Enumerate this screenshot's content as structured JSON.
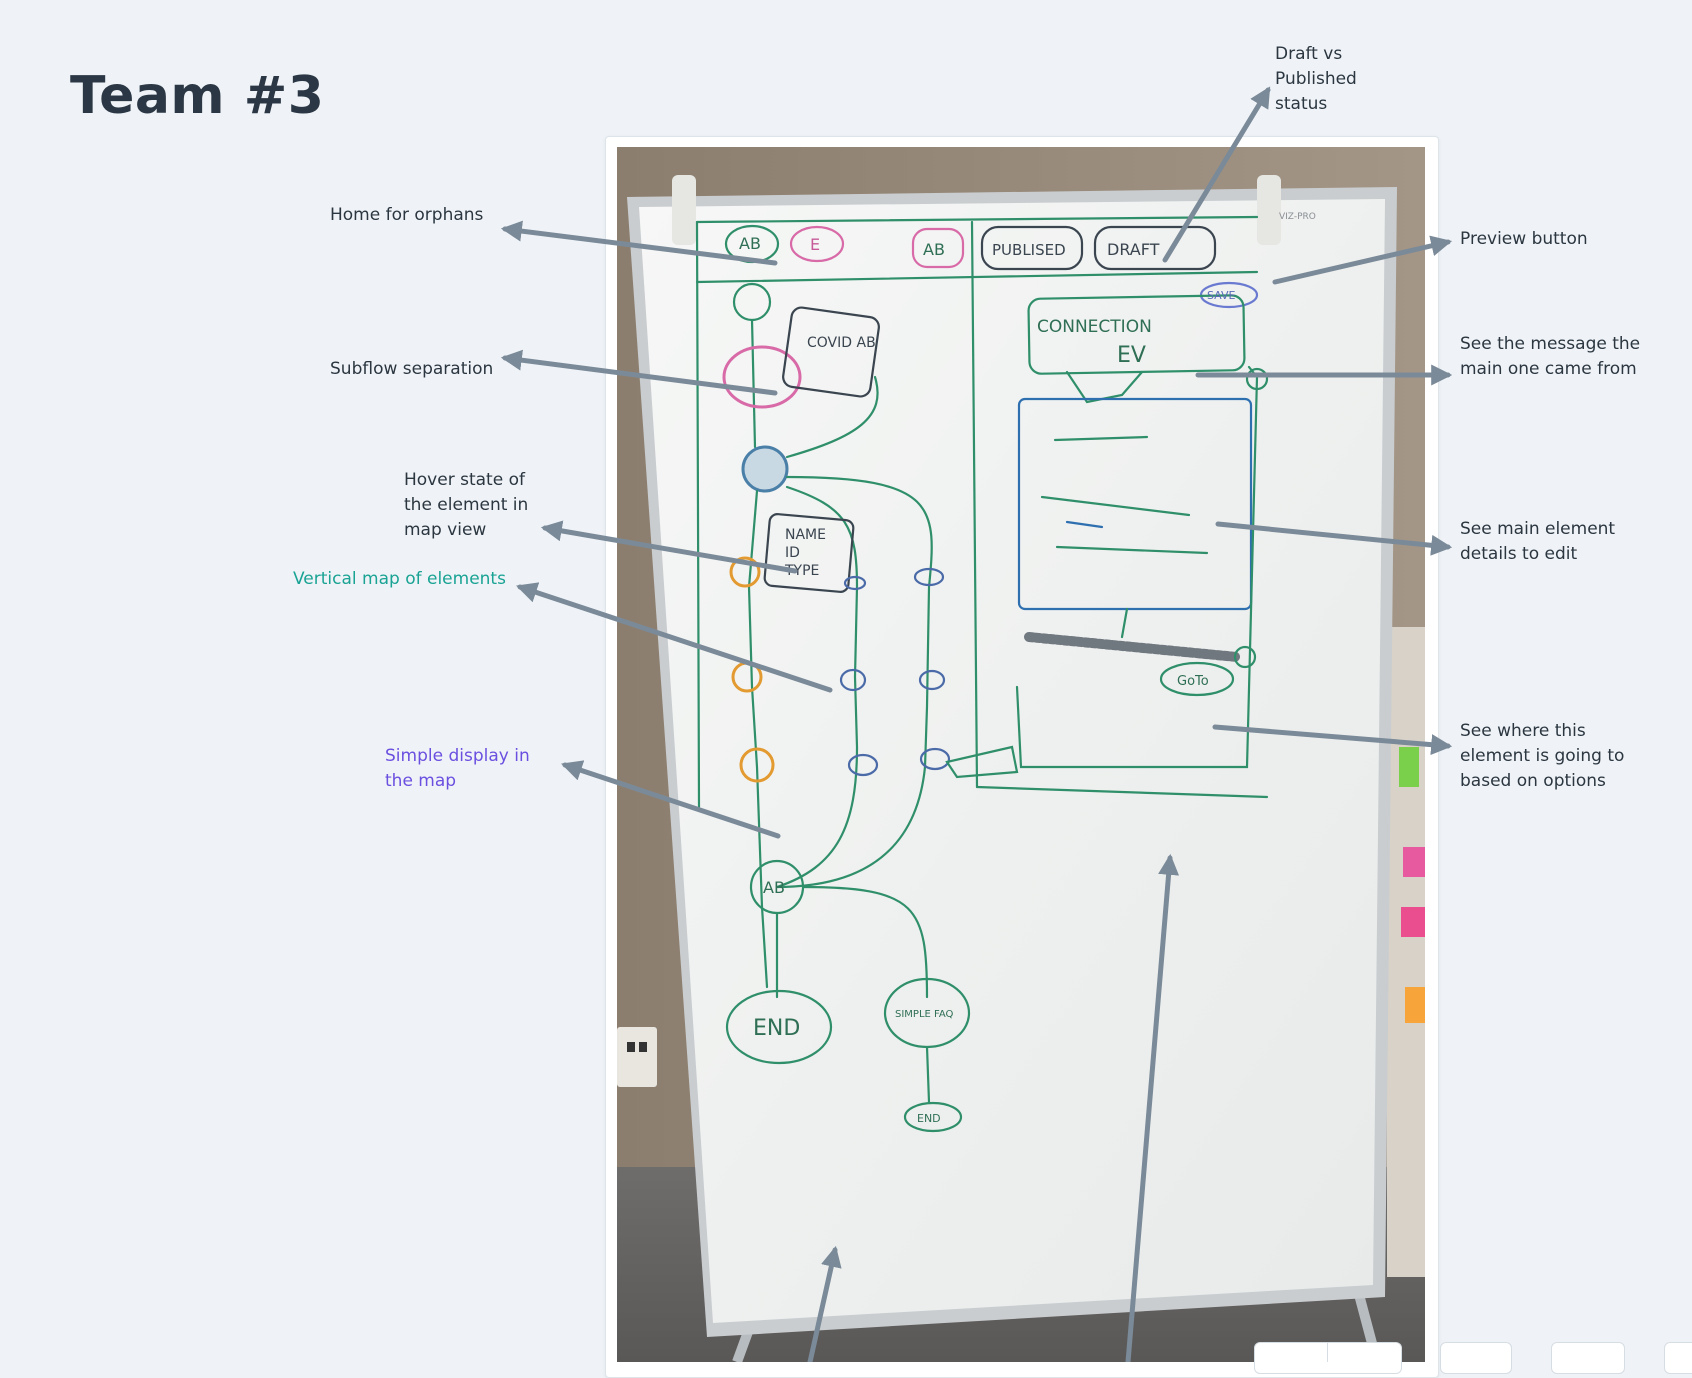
{
  "page": {
    "title": "Team #3"
  },
  "annotations": {
    "draft_status": "Draft vs\nPublished\nstatus",
    "home_orphans": "Home for orphans",
    "preview_button": "Preview button",
    "subflow_separation": "Subflow separation",
    "message_came_from": "See the message the\nmain one came from",
    "hover_state": "Hover state of\nthe element in\nmap view",
    "main_element_details": "See main element\ndetails to edit",
    "vertical_map": "Vertical map of elements",
    "going_to": "See where this\nelement is going to\nbased on options",
    "simple_display": "Simple display in\nthe map"
  },
  "whiteboard": {
    "sketch_labels": [
      "AB",
      "E",
      "AB",
      "PUBLISED",
      "DRAFT",
      "SAVE",
      "COVID AB",
      "CONNECTION",
      "EV",
      "NAME",
      "ID",
      "TYPE",
      "GoTo",
      "AB",
      "END",
      "SIMPLE FAQ",
      "END"
    ],
    "brand_mark": "VIZ-PRO"
  },
  "colors": {
    "background": "#eff3f7",
    "arrow": "#7b8a98",
    "teal_note": "#1aa394",
    "purple_note": "#6b4fe0",
    "marker_green": "#2f8f6a",
    "marker_pink": "#d86aa8"
  }
}
